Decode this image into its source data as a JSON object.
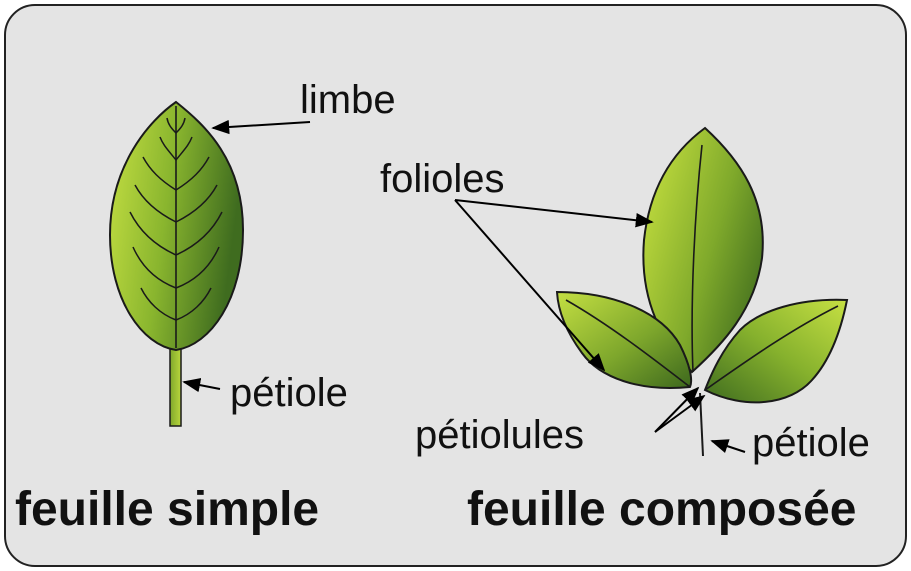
{
  "labels": {
    "limbe": "limbe",
    "petiole_simple": "pétiole",
    "folioles": "folioles",
    "petiolules": "pétiolules",
    "petiole_compound": "pétiole"
  },
  "captions": {
    "simple": "feuille simple",
    "compound": "feuille composée"
  },
  "colors": {
    "background": "#e4e4e4",
    "leaf_light": "#c3de3c",
    "leaf_dark": "#3f6e1e",
    "outline": "#1a1a1a"
  }
}
